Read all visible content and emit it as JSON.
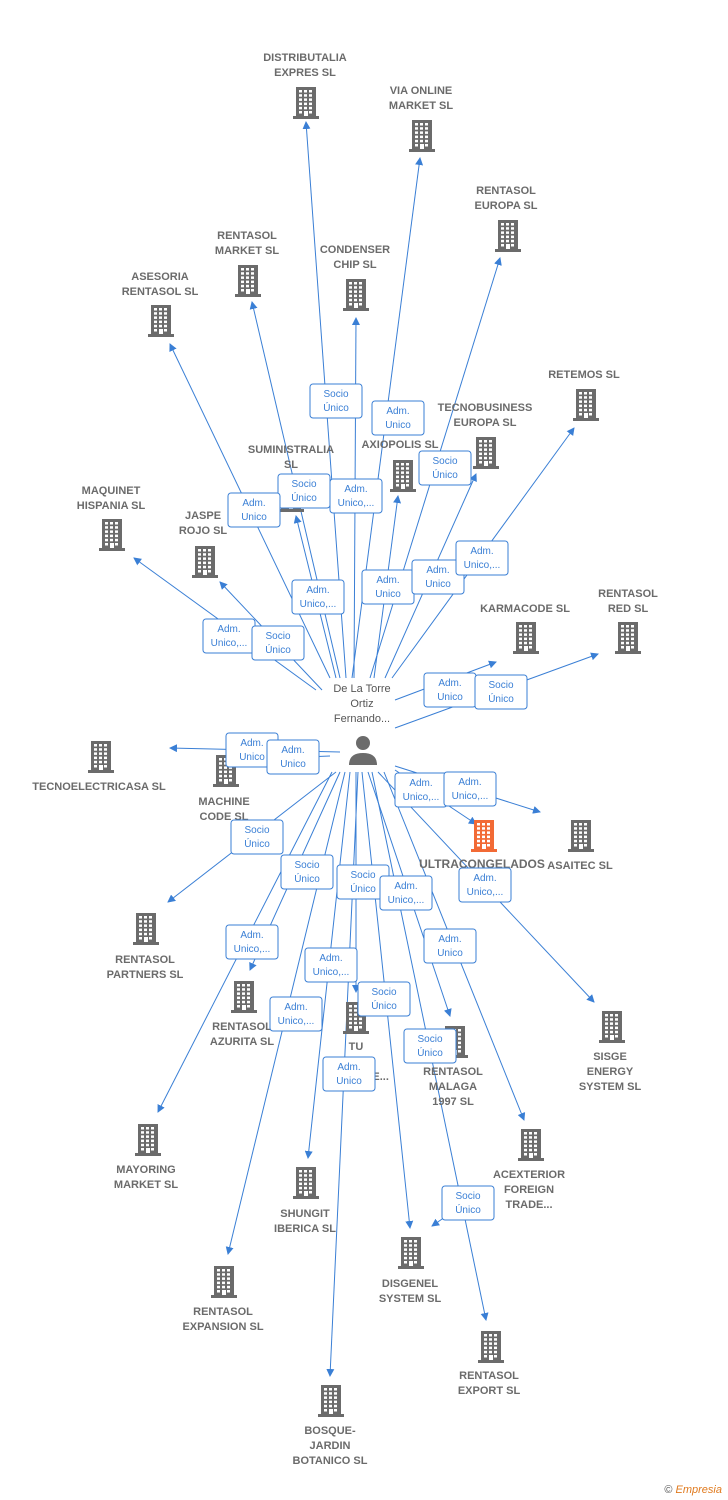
{
  "colors": {
    "edge": "#3a7fd5",
    "building": "#6b6b6b",
    "highlight": "#f26a35",
    "person": "#6b6b6b"
  },
  "center": {
    "lines": [
      "De La Torre",
      "Ortiz",
      "Fernando..."
    ]
  },
  "nodes": [
    {
      "id": "distributalia",
      "lines": [
        "DISTRIBUTALIA",
        "EXPRES  SL"
      ]
    },
    {
      "id": "via-online",
      "lines": [
        "VIA ONLINE",
        "MARKET SL"
      ]
    },
    {
      "id": "rentasol-europa",
      "lines": [
        "RENTASOL",
        "EUROPA  SL"
      ]
    },
    {
      "id": "rentasol-market",
      "lines": [
        "RENTASOL",
        "MARKET  SL"
      ]
    },
    {
      "id": "condenser",
      "lines": [
        "CONDENSER",
        "CHIP SL"
      ]
    },
    {
      "id": "asesoria",
      "lines": [
        "ASESORIA",
        "RENTASOL SL"
      ]
    },
    {
      "id": "retemos",
      "lines": [
        "RETEMOS  SL"
      ]
    },
    {
      "id": "tecnobusiness",
      "lines": [
        "TECNOBUSINESS",
        "EUROPA  SL"
      ]
    },
    {
      "id": "axiopolis",
      "lines": [
        "AXIOPOLIS SL"
      ]
    },
    {
      "id": "suministralia",
      "lines": [
        "SUMINISTRALIA",
        "SL"
      ]
    },
    {
      "id": "maquinet",
      "lines": [
        "MAQUINET",
        "HISPANIA  SL"
      ]
    },
    {
      "id": "jaspe",
      "lines": [
        "JASPE",
        "ROJO  SL"
      ]
    },
    {
      "id": "karmacode",
      "lines": [
        "KARMACODE SL"
      ]
    },
    {
      "id": "rentasol-red",
      "lines": [
        "RENTASOL",
        "RED  SL"
      ]
    },
    {
      "id": "tecnoelectricasa",
      "lines": [
        "TECNOELECTRICASA SL"
      ]
    },
    {
      "id": "machine-code",
      "lines": [
        "MACHINE",
        "CODE SL"
      ]
    },
    {
      "id": "ultracongelados",
      "lines": [
        "ULTRACONGELADOS",
        "EU...  SL"
      ]
    },
    {
      "id": "asaitec",
      "lines": [
        "ASAITEC  SL"
      ]
    },
    {
      "id": "rentasol-partners",
      "lines": [
        "RENTASOL",
        "PARTNERS  SL"
      ]
    },
    {
      "id": "rentasol-azurita",
      "lines": [
        "RENTASOL",
        "AZURITA  SL"
      ]
    },
    {
      "id": "tu-mundo",
      "lines": [
        "TU",
        "...DO",
        "IMP...ENTE..."
      ]
    },
    {
      "id": "rentasol-malaga",
      "lines": [
        "RENTASOL",
        "MALAGA",
        "1997  SL"
      ]
    },
    {
      "id": "sisge",
      "lines": [
        "SISGE",
        "ENERGY",
        "SYSTEM  SL"
      ]
    },
    {
      "id": "mayoring",
      "lines": [
        "MAYORING",
        "MARKET  SL"
      ]
    },
    {
      "id": "shungit",
      "lines": [
        "SHUNGIT",
        "IBERICA  SL"
      ]
    },
    {
      "id": "acexterior",
      "lines": [
        "ACEXTERIOR",
        "FOREIGN",
        "TRADE..."
      ]
    },
    {
      "id": "disgenel",
      "lines": [
        "DISGENEL",
        "SYSTEM  SL"
      ]
    },
    {
      "id": "rentasol-expansion",
      "lines": [
        "RENTASOL",
        "EXPANSION  SL"
      ]
    },
    {
      "id": "rentasol-export",
      "lines": [
        "RENTASOL",
        "EXPORT  SL"
      ]
    },
    {
      "id": "bosque",
      "lines": [
        "BOSQUE-",
        "JARDIN",
        "BOTANICO SL"
      ]
    }
  ],
  "badges": [
    {
      "lines": [
        "Socio",
        "Único"
      ]
    },
    {
      "lines": [
        "Adm.",
        "Unico"
      ]
    },
    {
      "lines": [
        "Socio",
        "Único"
      ]
    },
    {
      "lines": [
        "Adm.",
        "Unico,..."
      ]
    },
    {
      "lines": [
        "Socio",
        "Único"
      ]
    },
    {
      "lines": [
        "Adm.",
        "Unico"
      ]
    },
    {
      "lines": [
        "Adm.",
        "Unico,..."
      ]
    },
    {
      "lines": [
        "Adm.",
        "Unico"
      ]
    },
    {
      "lines": [
        "Adm.",
        "Unico"
      ]
    },
    {
      "lines": [
        "Adm.",
        "Unico,..."
      ]
    },
    {
      "lines": [
        "Adm.",
        "Unico,..."
      ]
    },
    {
      "lines": [
        "Socio",
        "Único"
      ]
    },
    {
      "lines": [
        "Adm.",
        "Unico"
      ]
    },
    {
      "lines": [
        "Socio",
        "Único"
      ]
    },
    {
      "lines": [
        "Adm.",
        "Unico"
      ]
    },
    {
      "lines": [
        "Adm.",
        "Unico"
      ]
    },
    {
      "lines": [
        "Adm.",
        "Unico,..."
      ]
    },
    {
      "lines": [
        "Adm.",
        "Unico,..."
      ]
    },
    {
      "lines": [
        "Socio",
        "Único"
      ]
    },
    {
      "lines": [
        "Socio",
        "Único"
      ]
    },
    {
      "lines": [
        "Socio",
        "Único"
      ]
    },
    {
      "lines": [
        "Adm.",
        "Unico,..."
      ]
    },
    {
      "lines": [
        "Adm.",
        "Unico,..."
      ]
    },
    {
      "lines": [
        "Adm.",
        "Unico,..."
      ]
    },
    {
      "lines": [
        "Adm.",
        "Unico"
      ]
    },
    {
      "lines": [
        "Adm.",
        "Unico,..."
      ]
    },
    {
      "lines": [
        "Socio",
        "Único"
      ]
    },
    {
      "lines": [
        "Adm.",
        "Unico,..."
      ]
    },
    {
      "lines": [
        "Socio",
        "Único"
      ]
    },
    {
      "lines": [
        "Adm.",
        "Unico"
      ]
    },
    {
      "lines": [
        "Socio",
        "Único"
      ]
    }
  ],
  "footer": {
    "copyright": "©",
    "brand": "Empresia"
  }
}
